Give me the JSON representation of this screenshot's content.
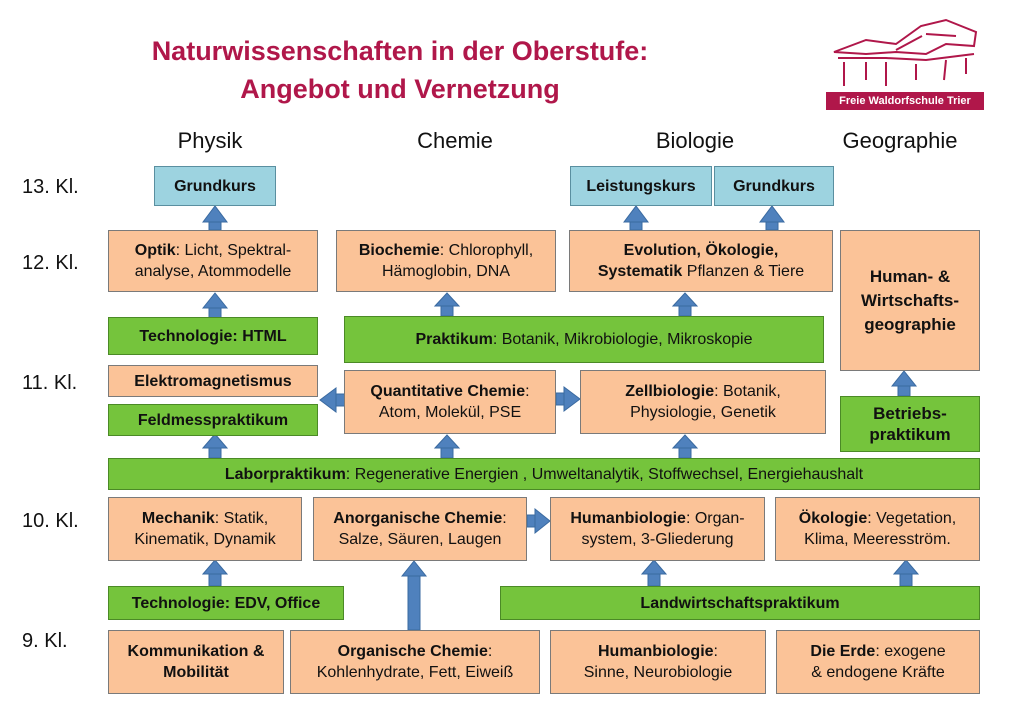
{
  "title": {
    "line1": "Naturwissenschaften in der Oberstufe:",
    "line2": "Angebot und Vernetzung"
  },
  "logo": {
    "text": "Freie Waldorfschule Trier",
    "color": "#b0174a"
  },
  "columns": {
    "physik": "Physik",
    "chemie": "Chemie",
    "biologie": "Biologie",
    "geographie": "Geographie"
  },
  "grades": {
    "g13": "13. Kl.",
    "g12": "12. Kl.",
    "g11": "11. Kl.",
    "g10": "10. Kl.",
    "g9": "9. Kl."
  },
  "colors": {
    "orange": "#fbc398",
    "green": "#75c43c",
    "blue": "#9dd3e0",
    "arrow": "#4f81bd",
    "title": "#b0174a"
  },
  "boxes": {
    "phys_grundkurs": {
      "bold": "Grundkurs",
      "rest": ""
    },
    "bio_leistungskurs": {
      "bold": "Leistungskurs",
      "rest": ""
    },
    "bio_grundkurs": {
      "bold": "Grundkurs",
      "rest": ""
    },
    "optik": {
      "bold": "Optik",
      "rest": ": Licht, Spektral-",
      "line2": "analyse, Atommodelle"
    },
    "biochemie": {
      "bold": "Biochemie",
      "rest": ": Chlorophyll,",
      "line2": "Hämoglobin, DNA"
    },
    "evolution": {
      "line1": "Evolution, Ökologie,",
      "bold2": "Systematik",
      "rest2": " Pflanzen & Tiere"
    },
    "humangeo": {
      "text": "Human- & Wirtschafts- geographie"
    },
    "tech_html": {
      "bold": "Technologie: HTML",
      "rest": ""
    },
    "praktikum": {
      "bold": "Praktikum",
      "rest": ": Botanik, Mikrobiologie, Mikroskopie"
    },
    "elektro": {
      "bold": "Elektromagnetismus",
      "rest": ""
    },
    "feldmess": {
      "bold": "Feldmesspraktikum",
      "rest": ""
    },
    "quant_chemie": {
      "bold": "Quantitative Chemie",
      "rest": ":",
      "line2": "Atom, Molekül, PSE"
    },
    "zellbio": {
      "bold": "Zellbiologie",
      "rest": ": Botanik,",
      "line2": "Physiologie, Genetik"
    },
    "betriebs": {
      "text": "Betriebs- praktikum"
    },
    "labor": {
      "bold": "Laborpraktikum",
      "rest": ": Regenerative Energien , Umweltanalytik, Stoffwechsel, Energiehaushalt"
    },
    "mechanik": {
      "bold": "Mechanik",
      "rest": ": Statik,",
      "line2": "Kinematik, Dynamik"
    },
    "anorg_chemie": {
      "bold": "Anorganische Chemie",
      "rest": ":",
      "line2": "Salze, Säuren, Laugen"
    },
    "humanbio10": {
      "bold": "Humanbiologie",
      "rest": ": Organ-",
      "line2": "system, 3-Gliederung"
    },
    "oekologie": {
      "bold": "Ökologie",
      "rest": ": Vegetation,",
      "line2": "Klima, Meeresström."
    },
    "tech_edv": {
      "bold": "Technologie: EDV, Office",
      "rest": ""
    },
    "landwirtschaft": {
      "bold": "Landwirtschaftspraktikum",
      "rest": ""
    },
    "kommunikation": {
      "text": "Kommunikation & Mobilität"
    },
    "org_chemie": {
      "bold": "Organische Chemie",
      "rest": ":",
      "line2": "Kohlenhydrate, Fett, Eiweiß"
    },
    "humanbio9": {
      "bold": "Humanbiologie",
      "rest": ":",
      "line2": "Sinne, Neurobiologie"
    },
    "erde": {
      "bold": "Die Erde",
      "rest": ": exogene",
      "line2": "& endogene Kräfte"
    }
  }
}
